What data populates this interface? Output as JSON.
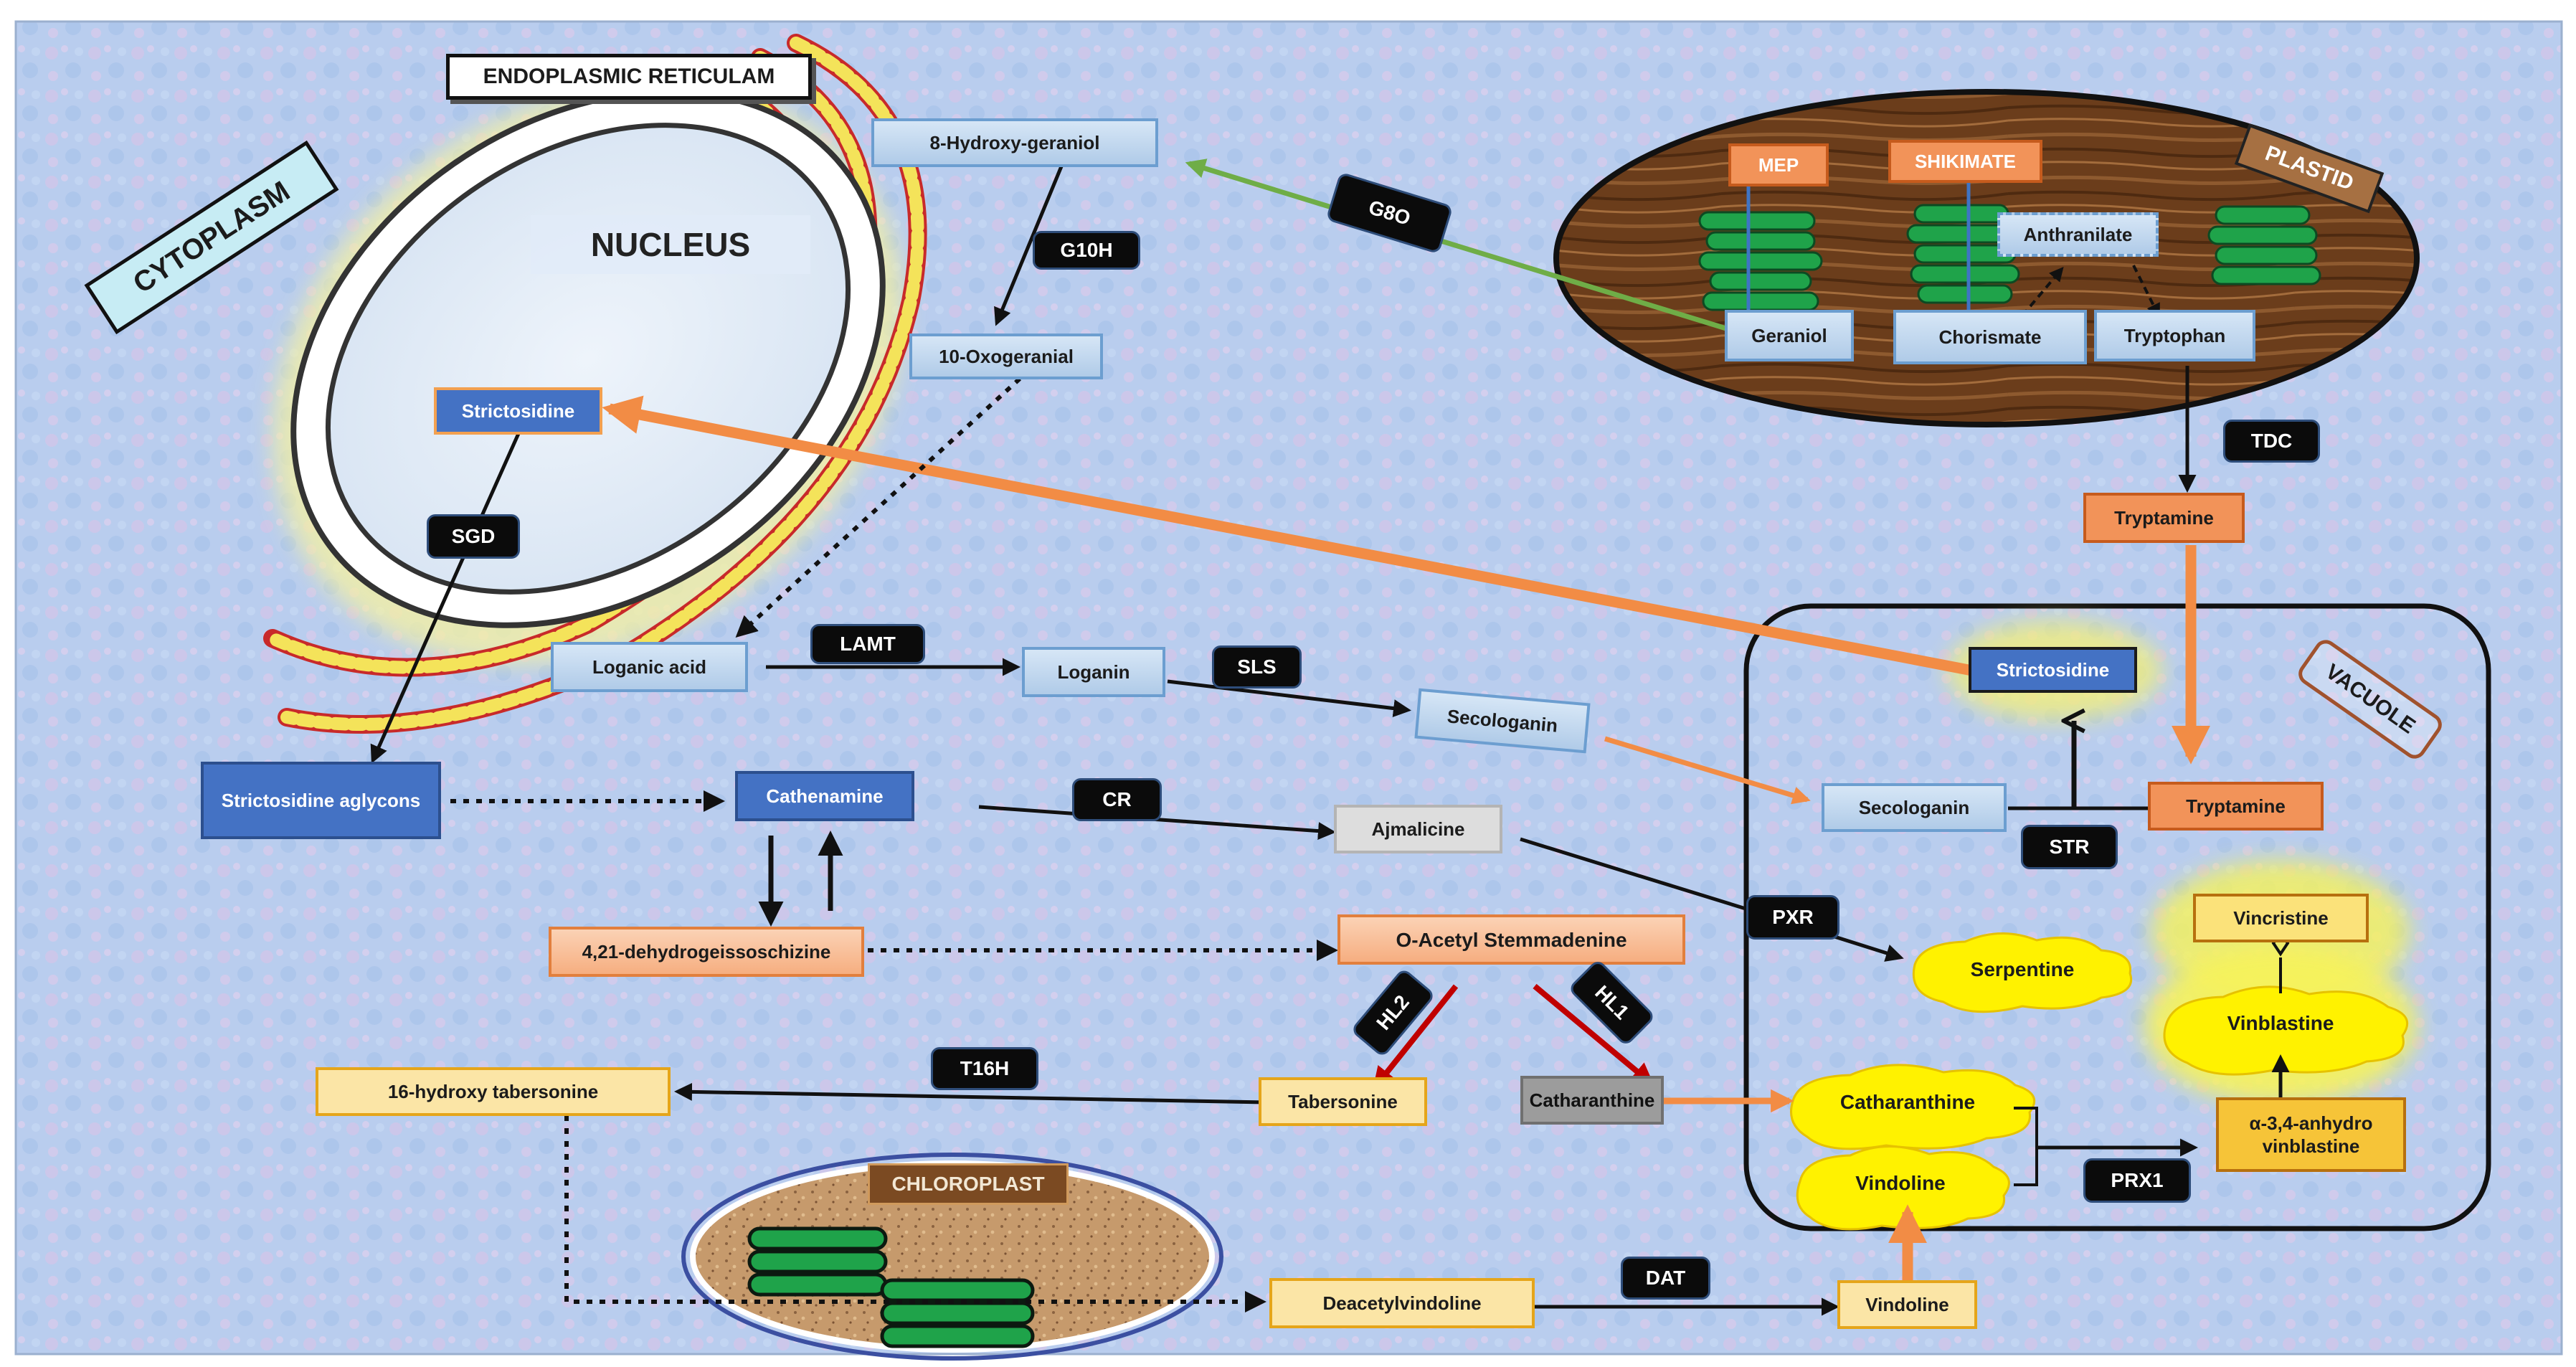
{
  "compartments": {
    "er": "ENDOPLASMIC RETICULAM",
    "nucleus": "NUCLEUS",
    "cytoplasm": "CYTOPLASM",
    "plastid": "PLASTID",
    "vacuole": "VACUOLE",
    "chloroplast": "CHLOROPLAST"
  },
  "metabolites": {
    "hydroxy_geraniol": "8-Hydroxy-geraniol",
    "oxogeranial": "10-Oxogeranial",
    "strictosidine_nucleus": "Strictosidine",
    "loganic_acid": "Loganic acid",
    "loganin": "Loganin",
    "secologanin": "Secologanin",
    "strictosidine_aglycons": "Strictosidine aglycons",
    "cathenamine": "Cathenamine",
    "ajmalicine": "Ajmalicine",
    "dehydrogeissoschizine": "4,21-dehydrogeissoschizine",
    "acetyl_stemmadenine": "O-Acetyl Stemmadenine",
    "hydroxy_tabersonine": "16-hydroxy tabersonine",
    "tabersonine": "Tabersonine",
    "catharanthine": "Catharanthine",
    "deacetylvindoline": "Deacetylvindoline",
    "vindoline": "Vindoline",
    "mep": "MEP",
    "shikimate": "SHIKIMATE",
    "anthranilate": "Anthranilate",
    "geraniol": "Geraniol",
    "chorismate": "Chorismate",
    "tryptophan": "Tryptophan",
    "tryptamine": "Tryptamine",
    "vac_strictosidine": "Strictosidine",
    "vac_secologanin": "Secologanin",
    "vac_tryptamine": "Tryptamine",
    "vincristine": "Vincristine",
    "vinblastine": "Vinblastine",
    "anhydrovinblastine": "α-3,4-anhydro vinblastine",
    "serpentine": "Serpentine",
    "vac_catharanthine": "Catharanthine",
    "vac_vindoline": "Vindoline"
  },
  "enzymes": {
    "g8o": "G8O",
    "g10h": "G10H",
    "sgd": "SGD",
    "lamt": "LAMT",
    "sls": "SLS",
    "cr": "CR",
    "t16h": "T16H",
    "hl2": "HL2",
    "hl1": "HL1",
    "dat": "DAT",
    "tdc": "TDC",
    "str": "STR",
    "pxr": "PXR",
    "prx1": "PRX1"
  },
  "colors": {
    "light_blue_box": "#b0cbe8",
    "dark_blue_box": "#4472c4",
    "orange_box": "#f29359",
    "yellow_box": "#fbe5a6",
    "orange_arrow": "#f28c45",
    "green_arrow": "#6fad47",
    "red_arrow": "#c00000"
  }
}
